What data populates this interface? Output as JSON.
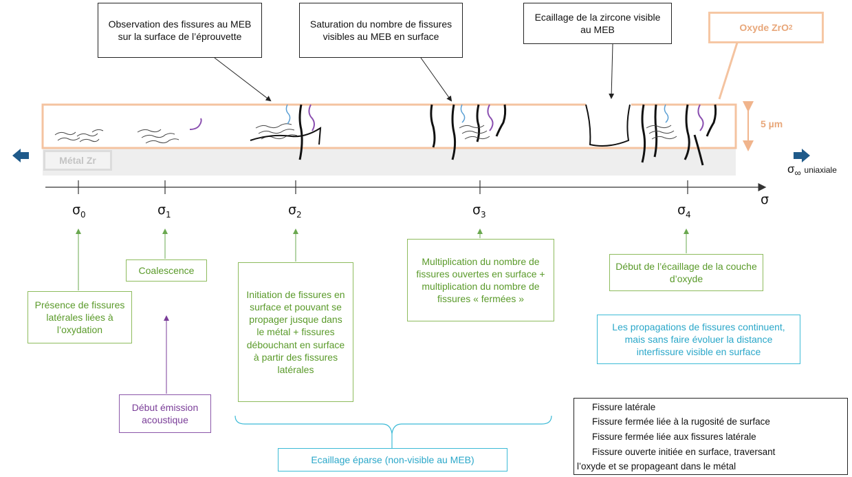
{
  "callouts": {
    "observation": "Observation des fissures au MEB sur la surface de l’éprouvette",
    "saturation": "Saturation du nombre de fissures visibles au MEB en surface",
    "ecaillage_zircone": "Ecaillage de la zircone visible au MEB"
  },
  "layers": {
    "oxyde_label": "Oxyde ZrO",
    "oxyde_sub": "2",
    "thickness": "5 µm",
    "metal_label": "Métal Zr"
  },
  "axis": {
    "label": "σ",
    "load_label": "σ",
    "load_sub": "∞",
    "load_suffix": "uniaxiale",
    "ticks": [
      {
        "symbol": "σ",
        "sub": "0"
      },
      {
        "symbol": "σ",
        "sub": "1"
      },
      {
        "symbol": "σ",
        "sub": "2"
      },
      {
        "symbol": "σ",
        "sub": "3"
      },
      {
        "symbol": "σ",
        "sub": "4"
      }
    ]
  },
  "stages": {
    "s0": "Présence de fissures latérales liées à l’oxydation",
    "s1": "Coalescence",
    "s2": "Initiation de fissures en surface et pouvant se propager jusque dans le métal + fissures débouchant en surface à partir des fissures latérales",
    "s3": "Multiplication du nombre de fissures ouvertes en surface + multiplication du nombre de fissures « fermées »",
    "s4": "Début de l’écaillage de la couche d’oxyde",
    "acoustic": "Début émission acoustique",
    "propagation": "Les propagations de fissures continuent, mais sans faire évoluer la distance interfissure visible en surface",
    "ecaillage_eparse": "Ecaillage éparse (non-visible au MEB)"
  },
  "legend": {
    "items": [
      {
        "label": "Fissure latérale",
        "color": "#333333"
      },
      {
        "label": "Fissure fermée liée à la rugosité de surface",
        "color": "#5a9fd4"
      },
      {
        "label": "Fissure fermée liée aux fissures latérale",
        "color": "#8a4fb0"
      },
      {
        "label": "Fissure ouverte initiée en surface, traversant",
        "color": "#111111"
      }
    ],
    "continuation": "l’oxyde et se propageant dans le métal"
  },
  "colors": {
    "oxide_border": "#f4c3a0",
    "metal_fill": "#eeeeee",
    "arrow_blue": "#1f5a8a",
    "green": "#5a9a2a",
    "purple": "#7a3d98",
    "cyan": "#2aa7c9"
  }
}
